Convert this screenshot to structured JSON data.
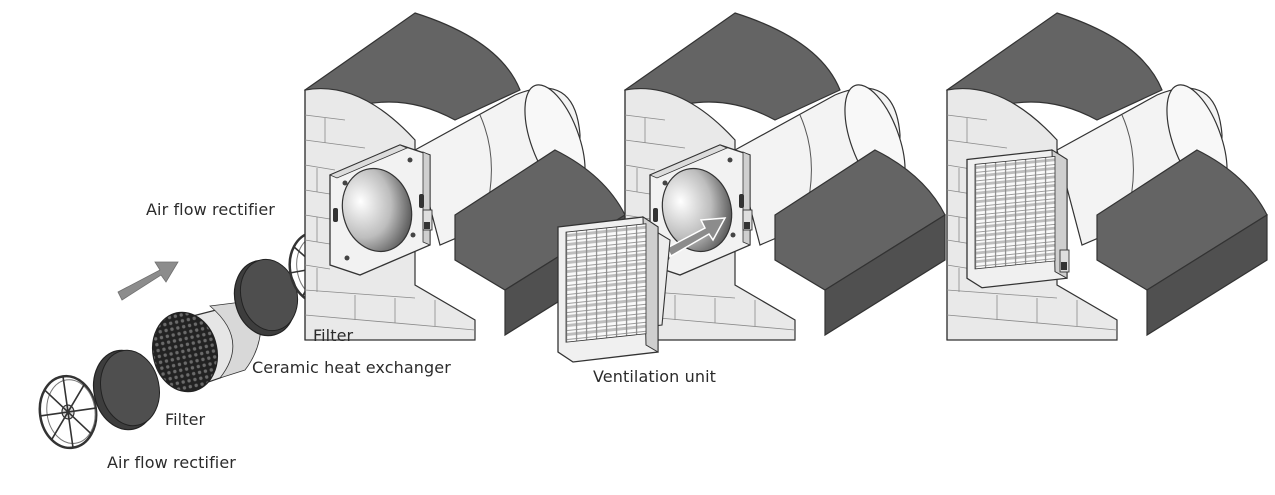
{
  "labels": {
    "rectifier_top": "Air flow rectifier",
    "filter_top": "Filter",
    "ceramic": "Ceramic heat exchanger",
    "filter_bottom": "Filter",
    "rectifier_bottom": "Air flow rectifier",
    "vent_unit": "Ventilation unit"
  },
  "colors": {
    "wall_dark": "#646464",
    "brick_face": "#e9e9e9",
    "pipe_light": "#f4f4f4",
    "arrow_grey": "#8c8c8c",
    "outline": "#333333"
  }
}
